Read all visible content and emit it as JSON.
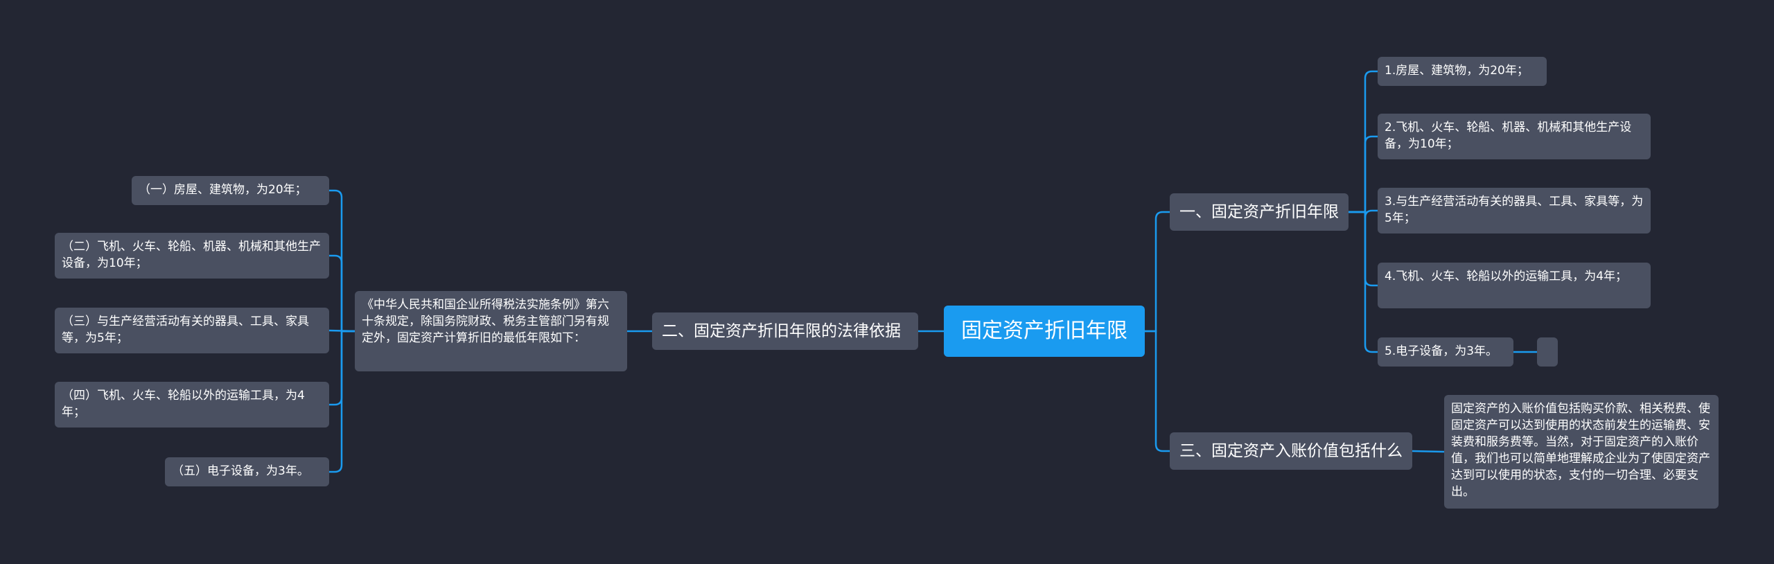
{
  "root": {
    "label": "固定资产折旧年限"
  },
  "right": [
    {
      "label": "一、固定资产折旧年限",
      "children": [
        "1.房屋、建筑物，为20年；",
        "2.飞机、火车、轮船、机器、机械和其他生产设备，为10年；",
        "3.与生产经营活动有关的器具、工具、家具等，为5年；",
        "4.飞机、火车、轮船以外的运输工具，为4年；",
        "5.电子设备，为3年。"
      ]
    },
    {
      "label": "三、固定资产入账价值包括什么",
      "children": [
        "固定资产的入账价值包括购买价款、相关税费、使固定资产可以达到使用的状态前发生的运输费、安装费和服务费等。当然，对于固定资产的入账价值，我们也可以简单地理解成企业为了使固定资产达到可以使用的状态，支付的一切合理、必要支出。"
      ]
    }
  ],
  "left": [
    {
      "label": "二、固定资产折旧年限的法律依据",
      "middle": "《中华人民共和国企业所得税法实施条例》第六十条规定，除国务院财政、税务主管部门另有规定外，固定资产计算折旧的最低年限如下：",
      "children": [
        "（一）房屋、建筑物，为20年；",
        "（二）飞机、火车、轮船、机器、机械和其他生产设备，为10年；",
        "（三）与生产经营活动有关的器具、工具、家具等，为5年；",
        "（四）飞机、火车、轮船以外的运输工具，为4年；",
        "（五）电子设备，为3年。"
      ]
    }
  ],
  "colors": {
    "line": "#1a9bf0",
    "node": "#4a5061",
    "root": "#1a9bf0",
    "background": "#232633"
  }
}
